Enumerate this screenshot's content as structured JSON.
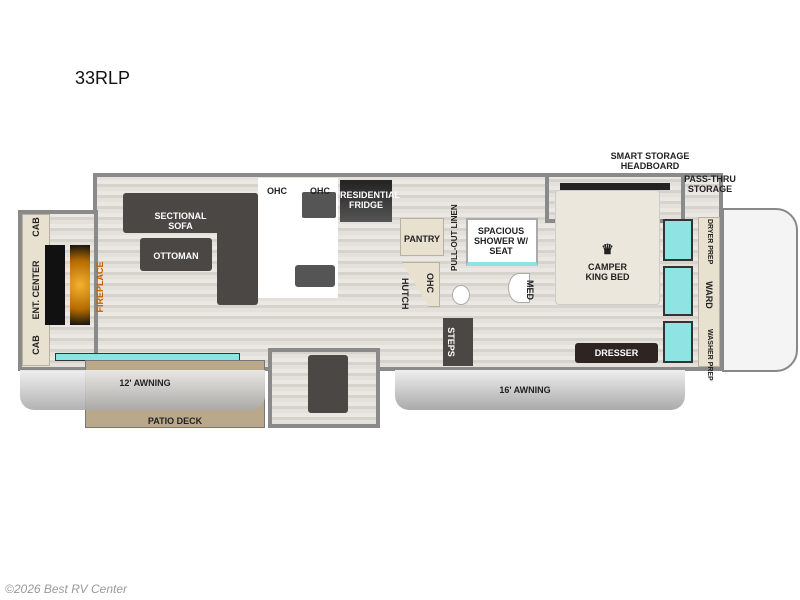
{
  "model": "33RLP",
  "labels": {
    "cab_top": "CAB",
    "cab_bottom": "CAB",
    "ent_center": "ENT. CENTER",
    "fireplace": "FIREPLACE",
    "sectional_sofa": "SECTIONAL SOFA",
    "ottoman": "OTTOMAN",
    "ohc_1": "OHC",
    "ohc_2": "OHC",
    "residential_fridge": "RESIDENTIAL FRIDGE",
    "pantry": "PANTRY",
    "pull_out_linen": "PULL-OUT LINEN",
    "shower": "SPACIOUS SHOWER W/ SEAT",
    "hutch": "HUTCH",
    "ohc_3": "OHC",
    "med": "MED",
    "steps": "STEPS",
    "bed": "CAMPER KING BED",
    "smart_storage": "SMART STORAGE HEADBOARD",
    "pass_thru": "PASS-THRU STORAGE",
    "dryer_prep": "DRYER PREP",
    "ward": "WARD",
    "washer_prep": "WASHER PREP",
    "dresser": "DRESSER",
    "awning_12": "12' AWNING",
    "patio_deck": "PATIO DECK",
    "awning_16": "16' AWNING"
  },
  "watermark": "©2026 Best RV Center",
  "colors": {
    "wall": "#8a8a8a",
    "furniture": "#4a4745",
    "window": "#8fe3e3",
    "fireplace": "#f0a020"
  }
}
